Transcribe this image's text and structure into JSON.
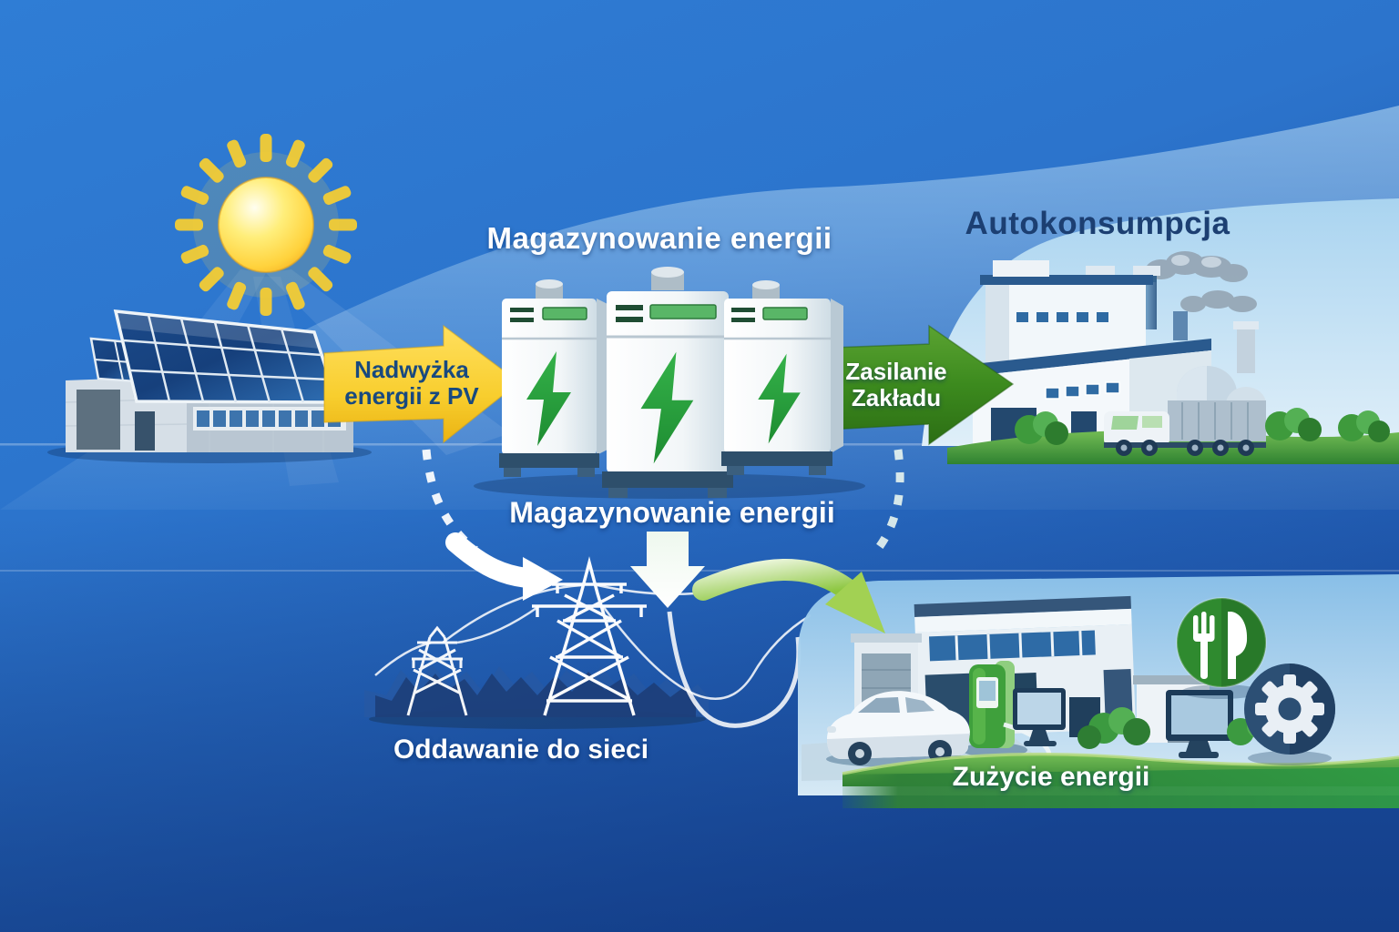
{
  "meta": {
    "type": "energy-flow-infographic",
    "language": "pl"
  },
  "labels": {
    "storage_title": "Magazynowanie energii",
    "autoconsumption_title": "Autokonsumpcja",
    "pv_surplus_arrow": "Nadwyżka energii z PV",
    "plant_supply_arrow": "Zasilanie Zakładu",
    "storage_caption": "Magazynowanie energii",
    "grid_export_caption": "Oddawanie do sieci",
    "consumption_caption": "Zużycie energii"
  },
  "diagram": {
    "nodes": [
      {
        "id": "pv-building",
        "name": "solar-pv-building"
      },
      {
        "id": "sun",
        "name": "sun"
      },
      {
        "id": "battery-storage",
        "name": "battery-storage-units",
        "label": "Magazynowanie energii",
        "unit_count": 3
      },
      {
        "id": "factory",
        "name": "factory",
        "label": "Autokonsumpcja"
      },
      {
        "id": "grid",
        "name": "transmission-grid",
        "label": "Oddawanie do sieci"
      },
      {
        "id": "consumption-site",
        "name": "commercial-building-ev-site",
        "label": "Zużycie energii"
      }
    ],
    "flows": [
      {
        "from": "pv-building",
        "to": "battery-storage",
        "label": "Nadwyżka energii z PV",
        "style": "yellow-arrow"
      },
      {
        "from": "battery-storage",
        "to": "factory",
        "label": "Zasilanie Zakładu",
        "style": "green-arrow"
      },
      {
        "from": "battery-storage",
        "to": "grid",
        "label": "Magazynowanie energii",
        "style": "white-down-arrow"
      },
      {
        "from": "pv-building",
        "to": "grid",
        "style": "white-dashed-curve"
      },
      {
        "from": "factory",
        "to": "consumption-site",
        "style": "green-dashed-curve-arrow"
      }
    ]
  },
  "icons": [
    {
      "name": "sun-icon",
      "meaning": "solar energy"
    },
    {
      "name": "lightning-bolt-icon",
      "meaning": "stored electric energy",
      "count": 3
    },
    {
      "name": "fork-knife-icon",
      "meaning": "food service / canteen load"
    },
    {
      "name": "gear-icon",
      "meaning": "machinery / process load"
    },
    {
      "name": "down-arrow-icon",
      "meaning": "energy sent downward to grid"
    }
  ],
  "colors": {
    "background_top": "#3283d9",
    "background_bottom": "#1c50a4",
    "pv_arrow_yellow": "#f8ce2e",
    "pv_arrow_text": "#18497f",
    "supply_arrow_green": "#3c8a1e",
    "bolt_green": "#27a339",
    "autoconsumption_text": "#1c3f72",
    "consumption_band_green": "#2f8a3c",
    "label_white": "#ffffff"
  }
}
